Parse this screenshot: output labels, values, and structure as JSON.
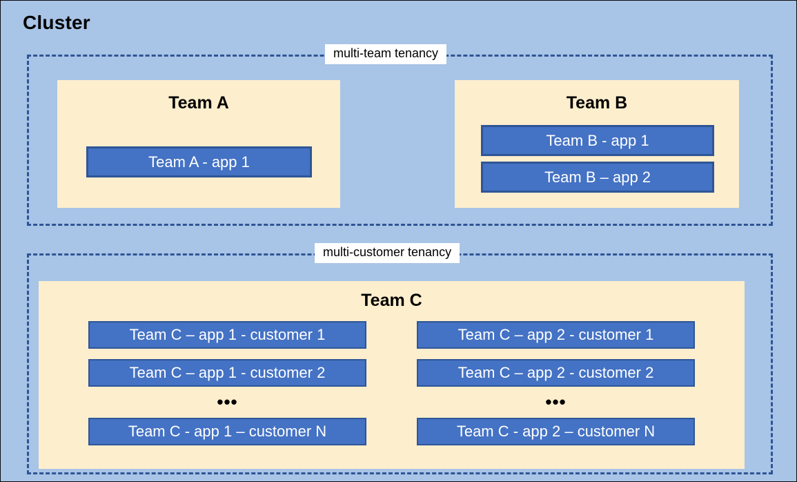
{
  "diagram": {
    "title": "Cluster",
    "colors": {
      "cluster_background": "#a8c4e6",
      "tenancy_border": "#2f5496",
      "team_background": "#fdeecd",
      "app_fill": "#4472c4",
      "app_border": "#2f5597",
      "label_background": "#ffffff",
      "text_dark": "#000000",
      "text_light": "#ffffff"
    },
    "tenancies": [
      {
        "label": "multi-team tenancy",
        "teams": [
          {
            "name": "Team A",
            "apps": [
              {
                "label": "Team A - app 1"
              }
            ]
          },
          {
            "name": "Team B",
            "apps": [
              {
                "label": "Team B - app 1"
              },
              {
                "label": "Team B – app 2"
              }
            ]
          }
        ]
      },
      {
        "label": "multi-customer tenancy",
        "teams": [
          {
            "name": "Team C",
            "columns": [
              {
                "apps": [
                  {
                    "label": "Team C – app 1 - customer 1"
                  },
                  {
                    "label": "Team C – app 1 - customer 2"
                  }
                ],
                "ellipsis": "•••",
                "apps_after": [
                  {
                    "label": "Team C - app 1 – customer N"
                  }
                ]
              },
              {
                "apps": [
                  {
                    "label": "Team C – app 2 - customer 1"
                  },
                  {
                    "label": "Team C – app 2 - customer 2"
                  }
                ],
                "ellipsis": "•••",
                "apps_after": [
                  {
                    "label": "Team C - app 2 – customer N"
                  }
                ]
              }
            ]
          }
        ]
      }
    ]
  }
}
